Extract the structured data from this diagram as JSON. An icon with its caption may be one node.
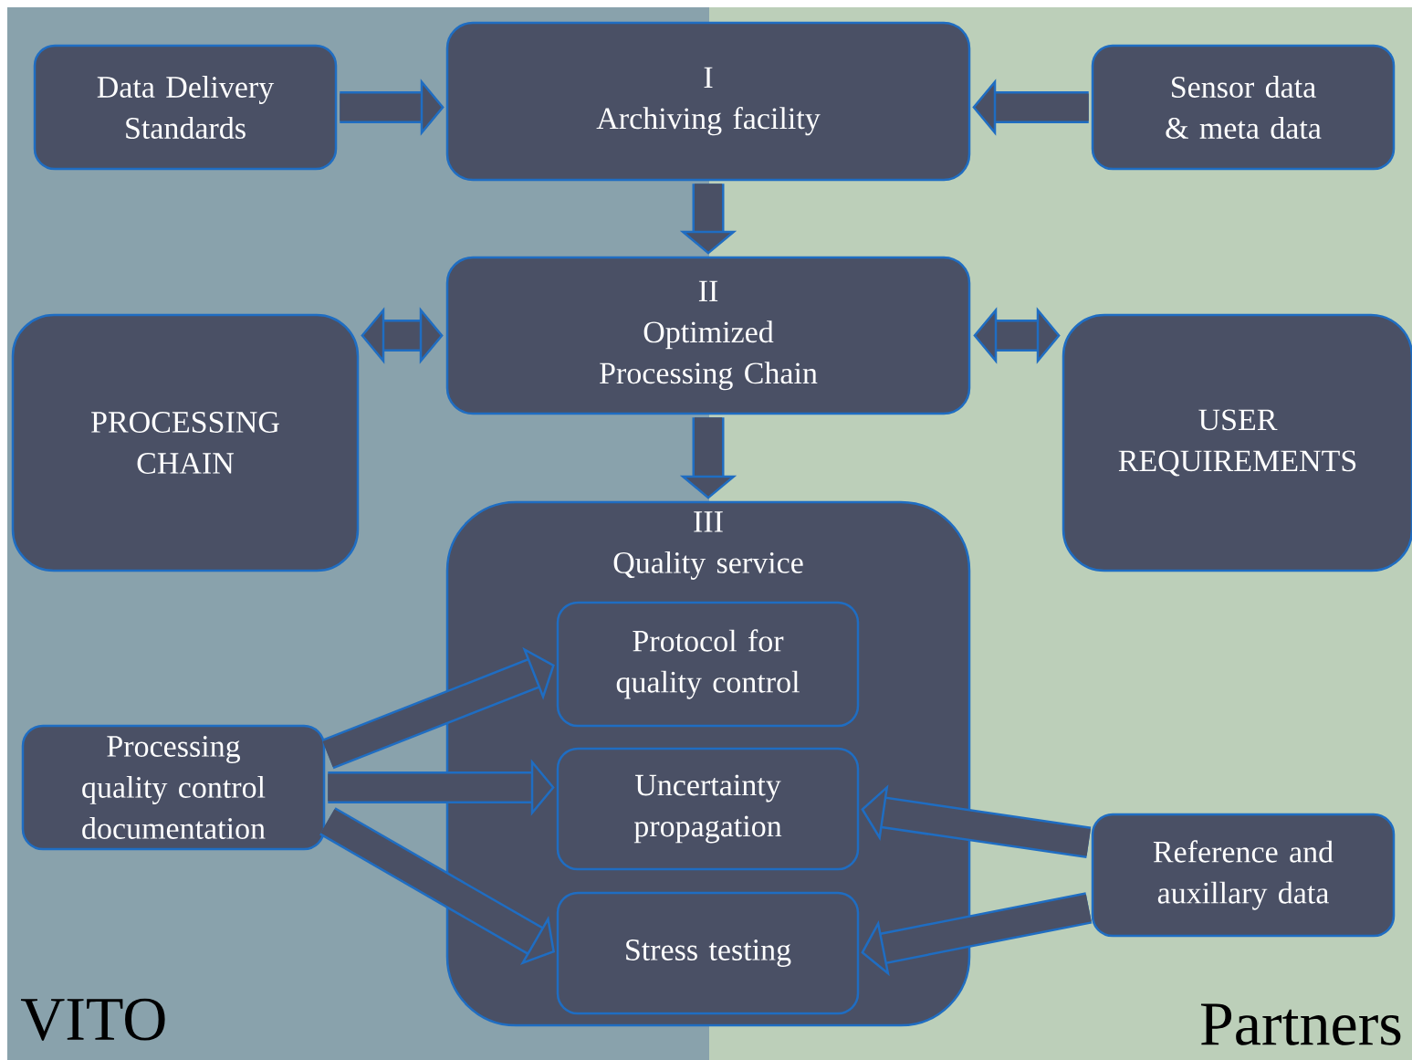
{
  "diagram": {
    "nodes": [
      {
        "text": [
          "Data Delivery Standards"
        ]
      },
      {
        "text": [
          "I",
          "Archiving facility"
        ]
      },
      {
        "text": [
          "Sensor data & meta data"
        ]
      },
      {
        "text": [
          "PROCESSING CHAIN"
        ]
      },
      {
        "text": [
          "II",
          "Optimized Processing Chain"
        ]
      },
      {
        "text": [
          "USER REQUIREMENTS"
        ]
      },
      {
        "text": [
          "III",
          "Quality service"
        ]
      },
      {
        "text": [
          "Protocol for quality control"
        ],
        "in": 6
      },
      {
        "text": [
          "Uncertainty propagation"
        ],
        "in": 6
      },
      {
        "text": [
          "Stress testing"
        ],
        "in": 6
      },
      {
        "text": [
          "Processing quality control documentation"
        ]
      },
      {
        "text": [
          "Reference and auxillary data"
        ]
      }
    ],
    "edges": [
      {
        "from": 0,
        "to": 1,
        "arrow": "to"
      },
      {
        "from": 2,
        "to": 1,
        "arrow": "to"
      },
      {
        "from": 1,
        "to": 4,
        "arrow": "to"
      },
      {
        "from": 4,
        "to": 3,
        "arrow": "both"
      },
      {
        "from": 4,
        "to": 5,
        "arrow": "both"
      },
      {
        "from": 4,
        "to": 6,
        "arrow": "to"
      },
      {
        "from": 10,
        "to": 7,
        "arrow": "to"
      },
      {
        "from": 10,
        "to": 8,
        "arrow": "to"
      },
      {
        "from": 10,
        "to": 9,
        "arrow": "to"
      },
      {
        "from": 11,
        "to": 8,
        "arrow": "to"
      },
      {
        "from": 11,
        "to": 9,
        "arrow": "to"
      }
    ],
    "labels": [
      "VITO",
      "Partners"
    ]
  }
}
